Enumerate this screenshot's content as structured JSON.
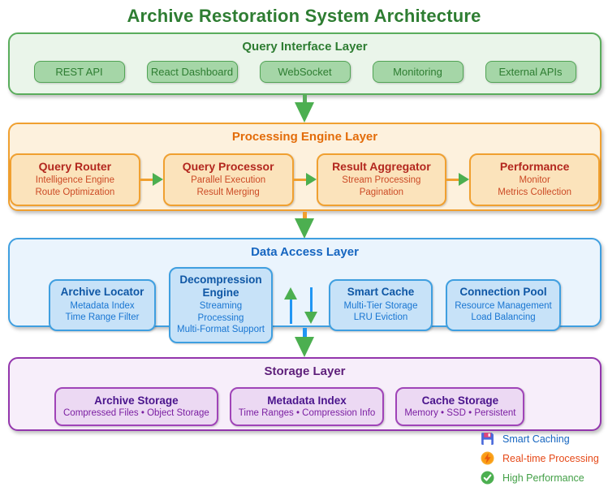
{
  "title": "Archive Restoration System Architecture",
  "layers": {
    "query": {
      "name": "Query Interface Layer",
      "boxes": [
        {
          "title": "REST API"
        },
        {
          "title": "React Dashboard"
        },
        {
          "title": "WebSocket"
        },
        {
          "title": "Monitoring"
        },
        {
          "title": "External APIs"
        }
      ]
    },
    "processing": {
      "name": "Processing Engine Layer",
      "boxes": [
        {
          "title": "Query Router",
          "line1": "Intelligence Engine",
          "line2": "Route Optimization"
        },
        {
          "title": "Query Processor",
          "line1": "Parallel Execution",
          "line2": "Result Merging"
        },
        {
          "title": "Result Aggregator",
          "line1": "Stream Processing",
          "line2": "Pagination"
        },
        {
          "title": "Performance",
          "line1": "Monitor",
          "line2": "Metrics Collection"
        }
      ]
    },
    "data_access": {
      "name": "Data Access Layer",
      "boxes": [
        {
          "title": "Archive Locator",
          "line1": "Metadata Index",
          "line2": "Time Range Filter"
        },
        {
          "title": "Decompression Engine",
          "line1": "Streaming Processing",
          "line2": "Multi-Format Support"
        },
        {
          "title": "Smart Cache",
          "line1": "Multi-Tier Storage",
          "line2": "LRU Eviction"
        },
        {
          "title": "Connection Pool",
          "line1": "Resource Management",
          "line2": "Load Balancing"
        }
      ]
    },
    "storage": {
      "name": "Storage Layer",
      "boxes": [
        {
          "title": "Archive Storage",
          "line1": "Compressed Files • Object Storage"
        },
        {
          "title": "Metadata Index",
          "line1": "Time Ranges • Compression Info"
        },
        {
          "title": "Cache Storage",
          "line1": "Memory • SSD • Persistent"
        }
      ]
    }
  },
  "legend": {
    "items": [
      {
        "icon": "floppy-disk-icon",
        "label": "Smart Caching",
        "color": "#1565c0"
      },
      {
        "icon": "lightning-icon",
        "label": "Real-time Processing",
        "color": "#e64a19"
      },
      {
        "icon": "check-circle-icon",
        "label": "High Performance",
        "color": "#43a047"
      }
    ]
  },
  "colors": {
    "title_green": "#2e7d32",
    "arrow_head_green": "#4caf50",
    "arrow_stem_blue": "#2196f3",
    "arrow_stem_orange": "#f0a030",
    "query_layer_border": "#5aad5c",
    "processing_layer_border": "#f0a030",
    "data_layer_border": "#3f9fe0",
    "storage_layer_border": "#9336ad"
  }
}
